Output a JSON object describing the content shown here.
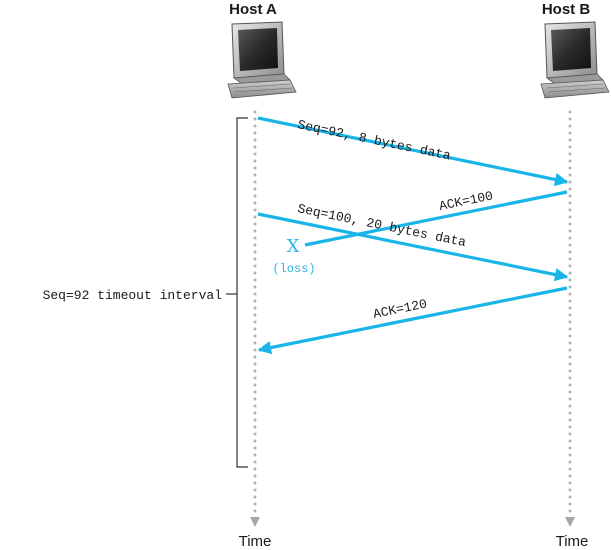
{
  "hosts": {
    "a_label": "Host A",
    "b_label": "Host B"
  },
  "time_axis": {
    "left_label": "Time",
    "right_label": "Time"
  },
  "messages": {
    "seg1": "Seq=92, 8 bytes data",
    "ack1": "ACK=100",
    "seg2": "Seq=100, 20 bytes data",
    "ack2": "ACK=120"
  },
  "loss": {
    "marker": "X",
    "label": "(loss)"
  },
  "timeout": {
    "label": "Seq=92 timeout interval"
  },
  "colors": {
    "arrow": "#19b4e8",
    "loss": "#2bb5e6",
    "timeline": "#b3b3b3"
  }
}
